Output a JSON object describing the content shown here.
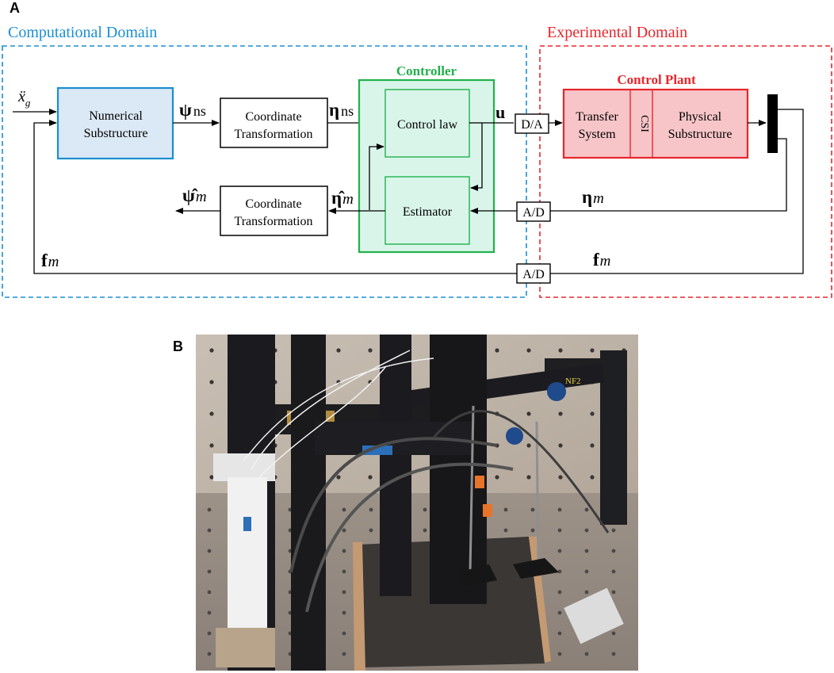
{
  "panel_a": {
    "label": "A",
    "computational_domain": "Computational Domain",
    "experimental_domain": "Experimental Domain",
    "input_signal": "ẍ",
    "input_signal_sub": "g",
    "numerical_substructure": [
      "Numerical",
      "Substructure"
    ],
    "psi_ns": "ψ",
    "ns_sub": "ns",
    "coord_transform_top": [
      "Coordinate",
      "Transformation"
    ],
    "eta_ns": "η",
    "controller_title": "Controller",
    "control_law": "Control law",
    "estimator": "Estimator",
    "u": "u",
    "da": "D/A",
    "ad_eta": "A/D",
    "ad_f": "A/D",
    "control_plant_title": "Control Plant",
    "transfer_system": [
      "Transfer",
      "System"
    ],
    "csi": "CSI",
    "physical_substructure": [
      "Physical",
      "Substructure"
    ],
    "eta_m": "η",
    "m_sub": "m",
    "eta_hat_m": "η̂",
    "psi_hat_m": "ψ̂",
    "coord_transform_bottom": [
      "Coordinate",
      "Transformation"
    ],
    "f_m_left": "f",
    "f_m_right": "f"
  },
  "panel_b": {
    "label": "B",
    "photo_marking": "NF2"
  },
  "colors": {
    "computational": "#1a8fd0",
    "experimental": "#e8262b",
    "controller": "#22b14c",
    "controller_fill": "#d9f5ea",
    "numerical_fill": "#dbe8f5",
    "plant_fill": "#f7c5c8"
  }
}
